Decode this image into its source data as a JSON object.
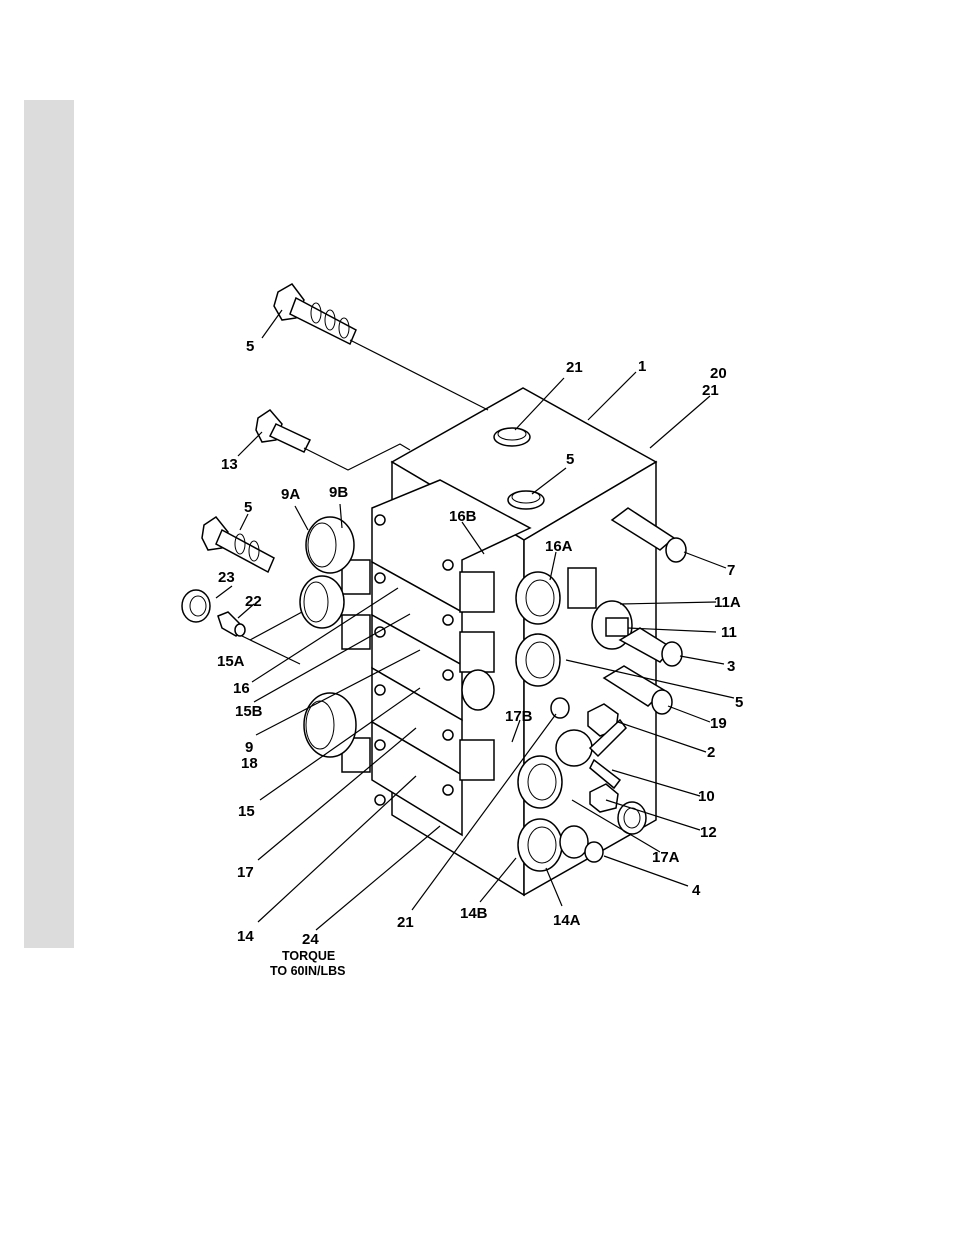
{
  "labels": {
    "l5a": "5",
    "l13": "13",
    "l21a": "21",
    "l1": "1",
    "l20": "20",
    "l21b": "21",
    "l5b": "5",
    "l9a": "9A",
    "l9b": "9B",
    "l5c": "5",
    "l16b": "16B",
    "l16a": "16A",
    "l7": "7",
    "l23": "23",
    "l22": "22",
    "l11a": "11A",
    "l11": "11",
    "l15a": "15A",
    "l3": "3",
    "l16": "16",
    "l5d": "5",
    "l15b": "15B",
    "l17b": "17B",
    "l19": "19",
    "l2": "2",
    "l9": "9",
    "l18": "18",
    "l10": "10",
    "l15": "15",
    "l12": "12",
    "l17a": "17A",
    "l17": "17",
    "l4": "4",
    "l14": "14",
    "l24": "24",
    "l21c": "21",
    "l14b": "14B",
    "l14a": "14A"
  },
  "note": {
    "line1": "TORQUE",
    "line2": "TO 60IN/LBS"
  },
  "colors": {
    "side_bar": "#dcdcdc",
    "ink": "#000000",
    "paper": "#ffffff"
  }
}
